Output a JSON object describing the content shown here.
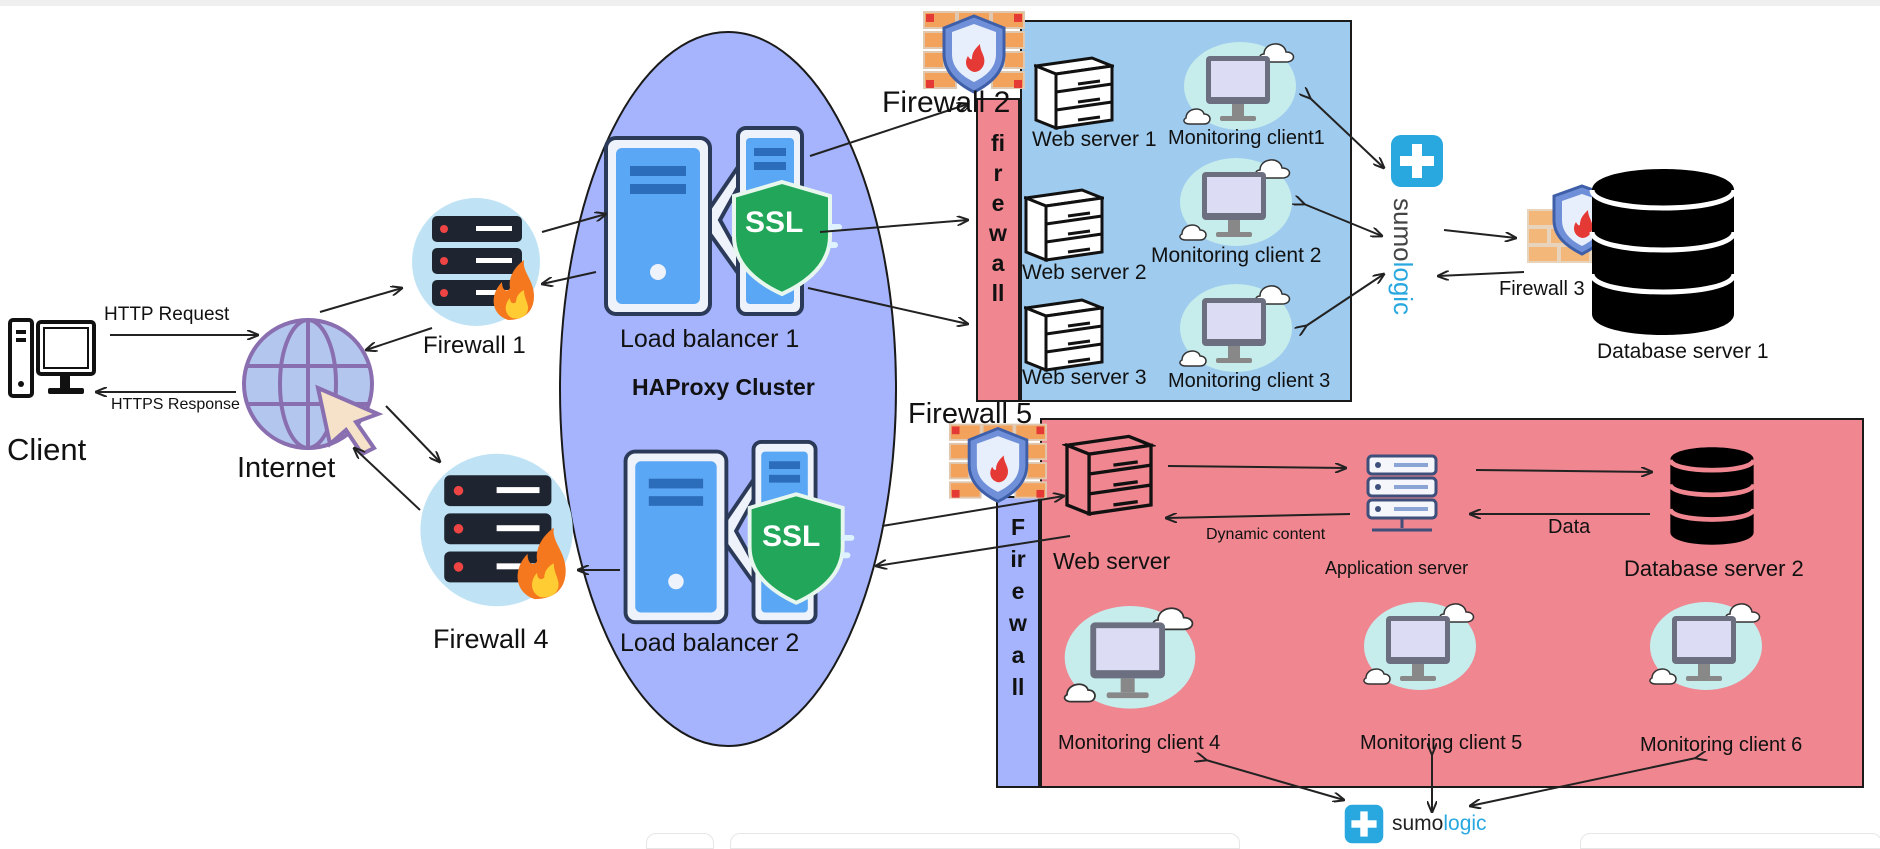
{
  "labels": {
    "client": "Client",
    "internet": "Internet",
    "http_request": "HTTP Request",
    "https_response": "HTTPS Response",
    "firewall1": "Firewall 1",
    "firewall4": "Firewall 4",
    "lb1": "Load balancer 1",
    "lb2": "Load balancer 2",
    "cluster": "HAProxy Cluster",
    "firewall2": "Firewall 2",
    "firewall5": "Firewall 5",
    "firewall3": "Firewall 3",
    "fw_vertical_top": [
      "fi",
      "r",
      "e",
      "w",
      "a",
      "ll"
    ],
    "fw_vertical_bottom": [
      "F",
      "ir",
      "e",
      "w",
      "a",
      "ll"
    ],
    "web1": "Web server 1",
    "web2": "Web server 2",
    "web3": "Web server 3",
    "mon1": "Monitoring client1",
    "mon2": "Monitoring client 2",
    "mon3": "Monitoring client 3",
    "db1": "Database server 1",
    "web_server": "Web server",
    "app_server": "Application server",
    "db2": "Database server 2",
    "dynamic_content": "Dynamic content",
    "data": "Data",
    "mon4": "Monitoring client 4",
    "mon5": "Monitoring client 5",
    "mon6": "Monitoring client 6",
    "sumo_a": "sumo",
    "sumo_b": "logic",
    "ssl": "SSL"
  },
  "colors": {
    "cluster_fill": "#a5b4fc",
    "top_zone": "#9ecbee",
    "bottom_zone": "#ef8690",
    "fw_strip_red": "#ef8690",
    "fw_strip_blue": "#a5b4fc",
    "sumo_blue": "#29a8e0",
    "ssl_green": "#22a75a"
  },
  "icons": [
    "monitor-icon",
    "globe-cursor-icon",
    "server-rack-icon",
    "flame-icon",
    "load-balancer-icon",
    "ssl-shield-icon",
    "firewall-wall-icon",
    "monitoring-client-icon",
    "database-icon",
    "app-server-icon",
    "sumologic-icon"
  ]
}
